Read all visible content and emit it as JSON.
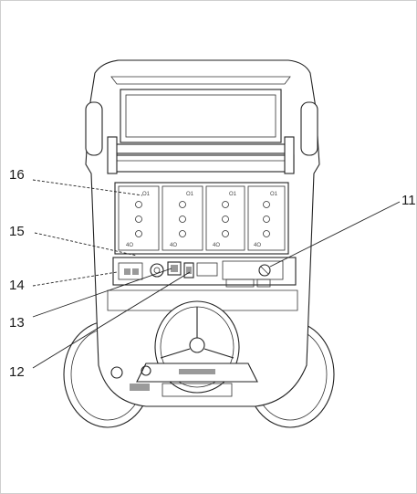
{
  "diagram": {
    "callouts": [
      {
        "id": "16",
        "label": "16"
      },
      {
        "id": "15",
        "label": "15"
      },
      {
        "id": "14",
        "label": "14"
      },
      {
        "id": "13",
        "label": "13"
      },
      {
        "id": "12",
        "label": "12"
      },
      {
        "id": "11",
        "label": "11"
      }
    ],
    "cell_labels": {
      "top": "O1",
      "bottom": "4O"
    }
  }
}
